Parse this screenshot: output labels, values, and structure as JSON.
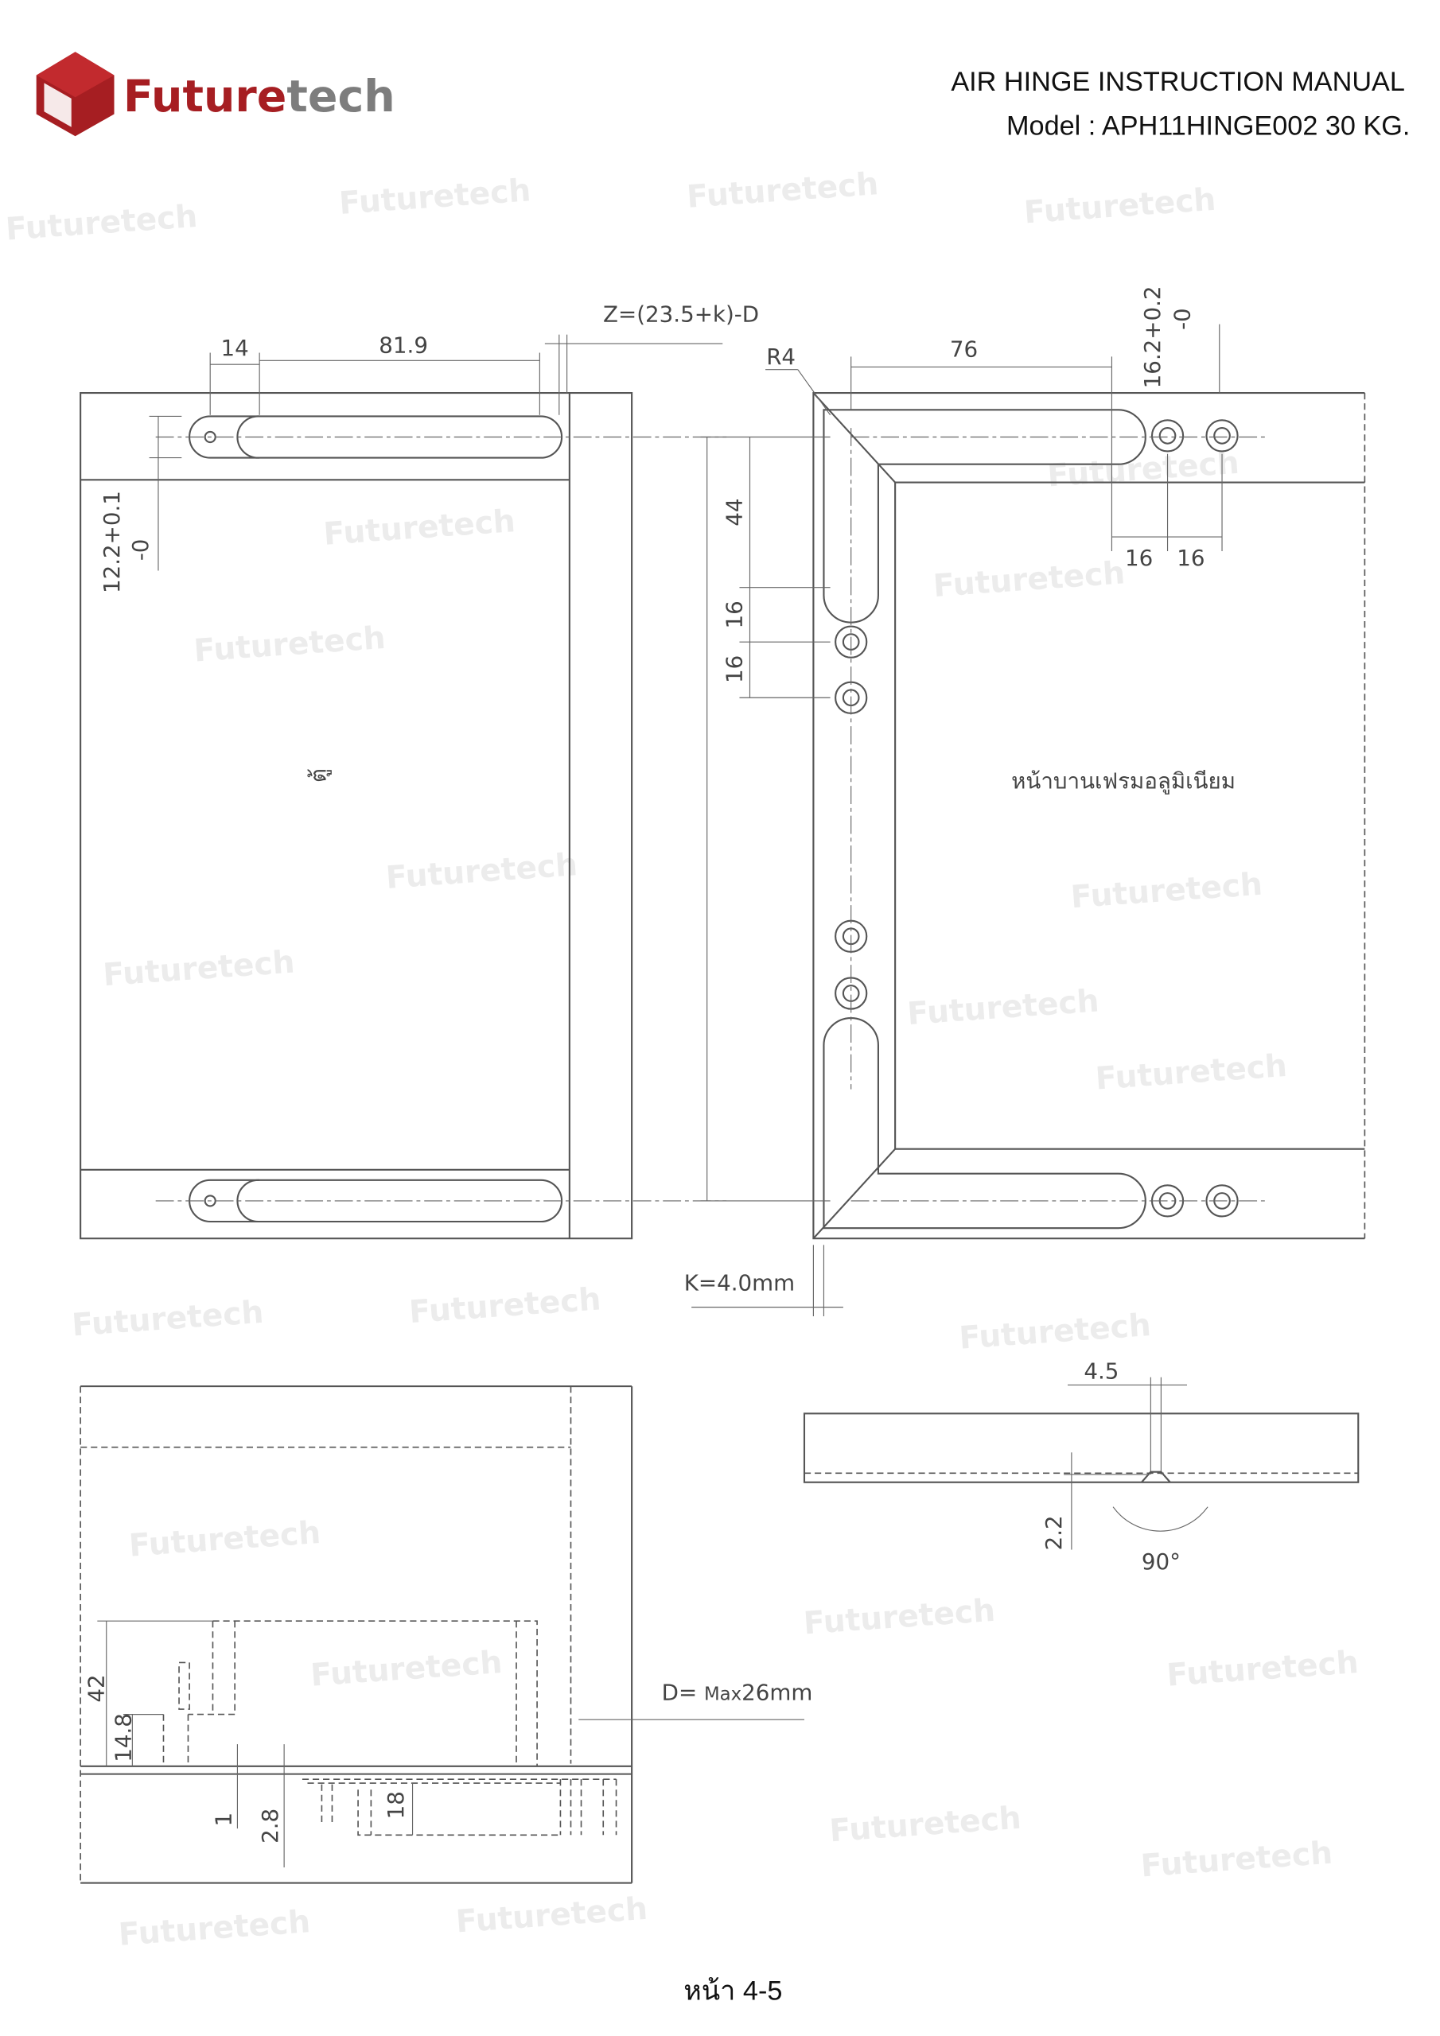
{
  "header": {
    "brand_part1": "Future",
    "brand_part2": "tech",
    "title": "AIR HINGE INSTRUCTION MANUAL",
    "model": "Model : APH11HINGE002 30 KG."
  },
  "colors": {
    "brand_red": "#a61e22",
    "brand_gray": "#7d7d7d"
  },
  "watermark": "Futuretech",
  "drawing_top_left": {
    "dim_14": "14",
    "dim_81_9": "81.9",
    "dim_z": "Z=(23.5+k)-D",
    "dim_12_2": "12.2+0.1",
    "dim_12_2_tol": "-0",
    "label_cabinet": "ตู้"
  },
  "drawing_top_right": {
    "dim_r4": "R4",
    "dim_76": "76",
    "dim_16_2": "16.2+0.2",
    "dim_16_2_tol": "-0",
    "dim_16a": "16",
    "dim_16b": "16",
    "dim_44": "44",
    "dim_v16a": "16",
    "dim_v16b": "16",
    "dim_k": "K=4.0mm",
    "label_door": "หน้าบานเฟรมอลูมิเนียม"
  },
  "drawing_bottom_left": {
    "dim_42": "42",
    "dim_14_8": "14.8",
    "dim_1": "1",
    "dim_2_8": "2.8",
    "dim_18": "18",
    "dim_d_prefix": "D=",
    "dim_d_max": "Max",
    "dim_d_value": "26mm"
  },
  "drawing_bottom_right": {
    "dim_4_5": "4.5",
    "dim_2_2": "2.2",
    "dim_90": "90°"
  },
  "footer": {
    "page": "หน้า 4-5"
  }
}
